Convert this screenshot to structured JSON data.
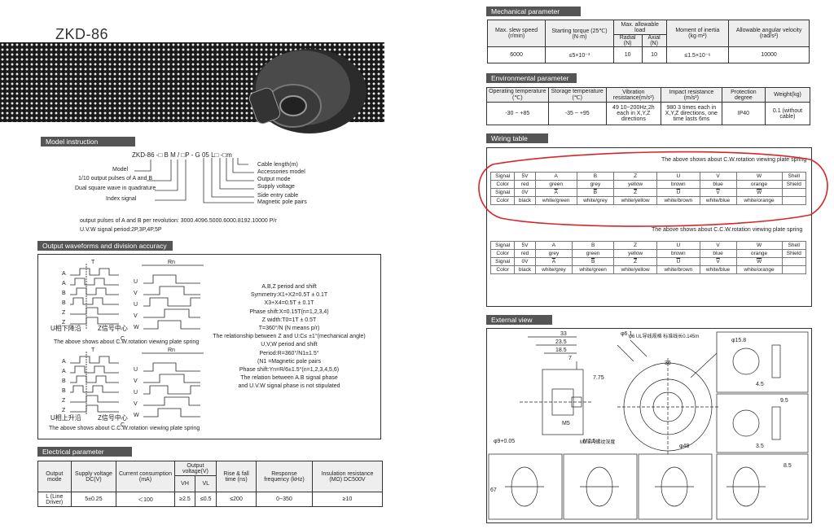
{
  "left": {
    "title": "ZKD-86",
    "model_section": {
      "heading": "Model instruction",
      "model_code": "ZKD-86 -□ B M / □P - G 05 L□ -□m",
      "left_labels": [
        "Model",
        "1/10 output pulses of A and B",
        "Dual square wave in quadrature",
        "Index signal"
      ],
      "right_labels": [
        "Cable length(m)",
        "Accessories model",
        "Output mode",
        "Supply voltage",
        "Side entry cable",
        "Magnetic pole pairs"
      ],
      "pulses_line": "output pulses of A and B per revolution: 3000.4096.5000.6000.8192.10000 P/r",
      "uvw_line": "U.V.W signal period:2P,3P,4P,5P"
    },
    "waveforms": {
      "heading": "Output waveforms and division accuracy",
      "cw_caption": "The above shows about C.W.rotation viewing plate spring",
      "ccw_caption": "The above shows about C.C.W.rotation viewing plate spring",
      "cn_top": "U相下降沿",
      "cn_z_top": "Z信号中心",
      "cn_bottom": "U相上升沿",
      "cn_z_bottom": "Z信号中心",
      "notes": [
        "A,B,Z period and shift",
        "Symmetry:X1+X2=0.5T ± 0.1T",
        "X3+X4=0.5T ± 0.1T",
        "Phase shift:X=0.15T(n=1,2,3,4)",
        "Z width:T0=1T ± 0.5T",
        "T=360°/N (N means p/r)",
        "The relationship between Z and U:C≤ ±1°(mechanical angle)",
        "U,V,W period and shift",
        "Period:R=360°/N1±1.5°",
        "(N1 =Magnetic pole pairs",
        "Phase shift:Yn=R/6±1.5°(n=1,2,3,4,5,6)",
        "The relation between A.B signal phase",
        "and U.V.W signal phase is not stipulated"
      ]
    },
    "electrical": {
      "heading": "Electrical parameter",
      "headers": [
        "Output mode",
        "Supply voltage DC(V)",
        "Current consumption (mA)",
        "Output voltage(V)",
        "Rise & fall time (ns)",
        "Response frequency (kHz)",
        "Insulation resistance (MΩ) DC500V"
      ],
      "sub": [
        "VH",
        "VL"
      ],
      "row": [
        "L (Line Driver)",
        "5±0.25",
        "＜100",
        "≥2.5",
        "≤0.5",
        "≤200",
        "0~350",
        "≥10"
      ]
    }
  },
  "right": {
    "mechanical": {
      "heading": "Mechanical parameter",
      "headers": [
        "Max. slew speed (r/min)",
        "Starting torque (25℃) (N·m)",
        "Max. allowable load",
        "Moment of inertia (kg·m²)",
        "Allowable angular velocity (rad/s²)"
      ],
      "sub": [
        "Radial (N)",
        "Axial (N)"
      ],
      "row": [
        "6000",
        "≤5×10⁻³",
        "10",
        "10",
        "≤1.5×10⁻⁶",
        "10000"
      ]
    },
    "environmental": {
      "heading": "Environmental parameter",
      "headers": [
        "Operating temperature (℃)",
        "Storage temperature (℃)",
        "Vibration resistance(m/s²)",
        "Impact resistance (m/s²)",
        "Protection degree",
        "Weight(kg)"
      ],
      "row": [
        "-30 ~ +85",
        "-35 ~ +95",
        "49 10~200Hz,2h each in X,Y,Z directions",
        "980 3 times each in X,Y,Z directions, one time lasts 6ms",
        "IP40",
        "0.1 (without cable)"
      ]
    },
    "wiring": {
      "heading": "Wiring table",
      "cw_caption": "The above shows about C.W.rotation viewing plate spring",
      "ccw_caption": "The above shows about C.C.W.rotation viewing plate spring",
      "cw_rows": [
        [
          "Signal",
          "5V",
          "A",
          "B",
          "Z",
          "U",
          "V",
          "W",
          "Shell"
        ],
        [
          "Color",
          "red",
          "green",
          "grey",
          "yellow",
          "brown",
          "blue",
          "orange",
          "Shield"
        ],
        [
          "Signal",
          "0V",
          "A",
          "B",
          "Z",
          "U",
          "V",
          "W",
          ""
        ],
        [
          "Color",
          "black",
          "white/green",
          "white/grey",
          "white/yellow",
          "white/brown",
          "white/blue",
          "white/orange",
          ""
        ]
      ],
      "ccw_rows": [
        [
          "Signal",
          "5V",
          "A",
          "B",
          "Z",
          "U",
          "V",
          "W",
          "Shell"
        ],
        [
          "Color",
          "red",
          "grey",
          "green",
          "yellow",
          "brown",
          "blue",
          "orange",
          "Shield"
        ],
        [
          "Signal",
          "0V",
          "A",
          "B",
          "Z",
          "U",
          "V",
          "W",
          ""
        ],
        [
          "Color",
          "black",
          "white/grey",
          "white/green",
          "white/yellow",
          "white/brown",
          "white/blue",
          "white/orange",
          ""
        ]
      ]
    },
    "external": {
      "heading": "External view",
      "dims": [
        "33",
        "23.5",
        "18.5",
        "7",
        "7.75",
        "36",
        "φ6.1",
        "M5",
        "M2.5",
        "φ9+0.05",
        "φ48",
        "4.5",
        "9.5",
        "3.5",
        "67",
        "8.5",
        "φ15.8"
      ],
      "cable_note": "φ6 UL导线规格 标准线长0.145m",
      "screw_note": "M2.5内螺纹深度"
    }
  }
}
